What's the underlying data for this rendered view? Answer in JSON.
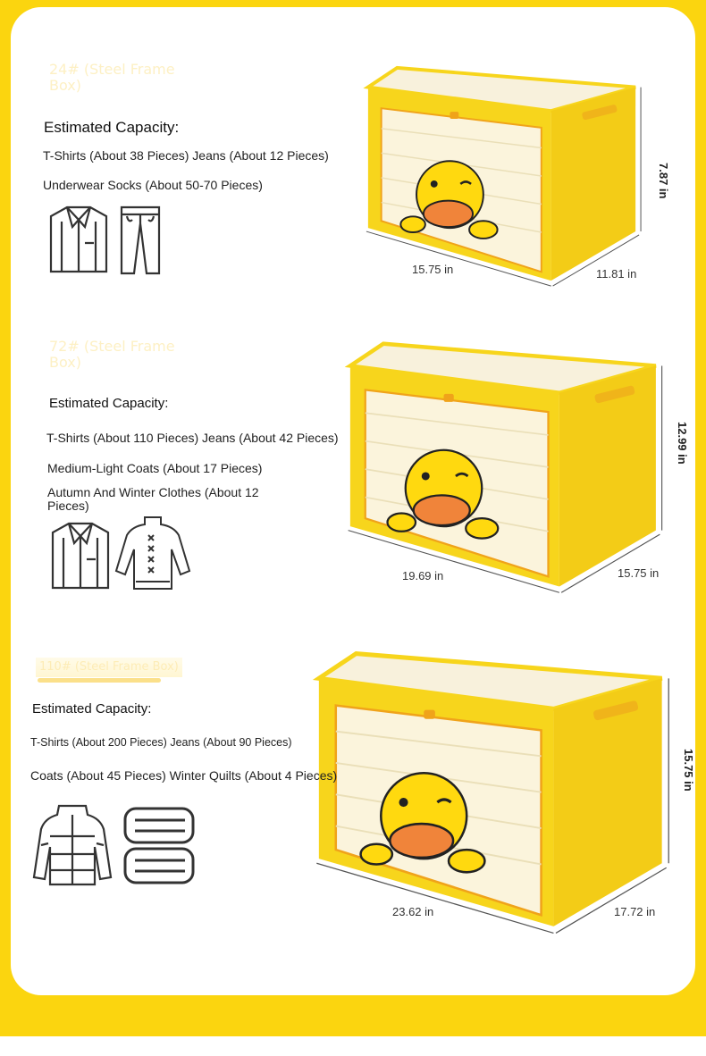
{
  "colors": {
    "frame": "#fbd50f",
    "box_yellow": "#f7d51c",
    "box_edge": "#f0a31a",
    "window": "#fbf4dc",
    "duck": "#ffd90f",
    "beak": "#f0843a"
  },
  "sections": [
    {
      "title": "24# (Steel Frame Box)",
      "heading": "Estimated Capacity:",
      "lines": [
        "T-Shirts (About 38 Pieces) Jeans (About 12 Pieces)",
        "Underwear Socks (About 50-70 Pieces)"
      ],
      "icons": [
        "shirt-icon",
        "pants-icon"
      ],
      "dims": {
        "length": "15.75 in",
        "width": "11.81 in",
        "height": "7.87 in"
      }
    },
    {
      "title": "72# (Steel Frame Box)",
      "heading": "Estimated Capacity:",
      "lines": [
        "T-Shirts (About 110 Pieces) Jeans (About 42 Pieces)",
        "Medium-Light Coats (About 17 Pieces)",
        "Autumn And Winter Clothes (About 12 Pieces)"
      ],
      "icons": [
        "shirt-icon",
        "sweater-icon"
      ],
      "dims": {
        "length": "19.69 in",
        "width": "15.75 in",
        "height": "12.99 in"
      }
    },
    {
      "title": "110# (Steel Frame Box)",
      "heading": "Estimated Capacity:",
      "lines": [
        "T-Shirts (About 200 Pieces) Jeans (About 90 Pieces)",
        "Coats (About 45 Pieces) Winter Quilts (About 4 Pieces)"
      ],
      "icons": [
        "puffer-jacket-icon",
        "folded-quilts-icon"
      ],
      "dims": {
        "length": "23.62 in",
        "width": "17.72 in",
        "height": "15.75 in"
      }
    }
  ]
}
